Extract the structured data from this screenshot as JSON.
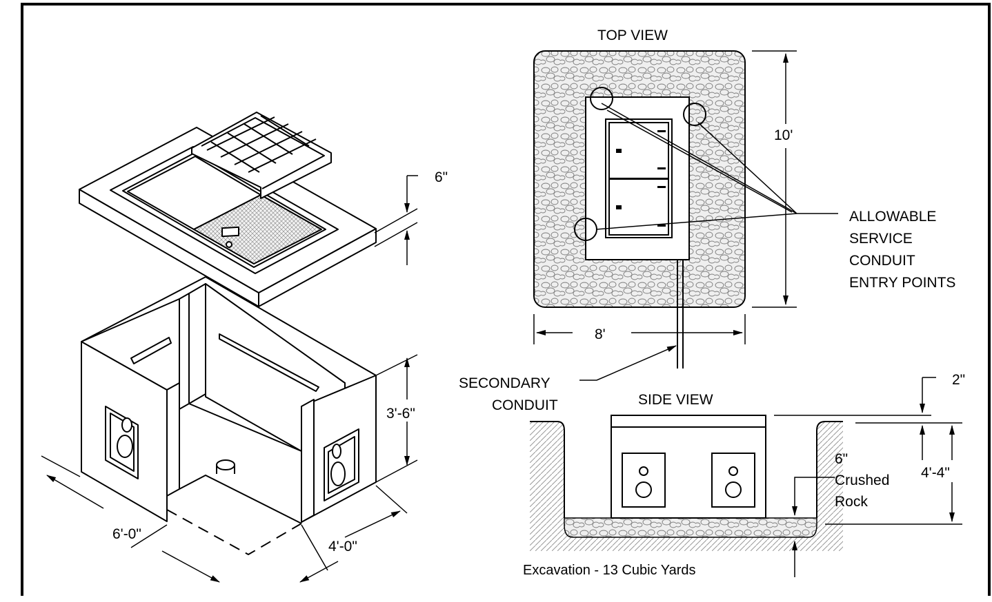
{
  "iso_view": {
    "lid_thickness": "6\"",
    "box_height": "3'-6\"",
    "box_length": "6'-0\"",
    "box_width": "4'-0\""
  },
  "top_view": {
    "title": "TOP VIEW",
    "height_dim": "10'",
    "width_dim": "8'",
    "note_lines": [
      "ALLOWABLE",
      "SERVICE",
      "CONDUIT",
      "ENTRY POINTS"
    ],
    "conduit_lines": [
      "SECONDARY",
      "CONDUIT"
    ]
  },
  "side_view": {
    "title": "SIDE VIEW",
    "lid_dim": "2\"",
    "depth_dim": "4'-4\"",
    "rock_lines": [
      "6\"",
      "Crushed",
      "Rock"
    ],
    "excavation_note": "Excavation - 13 Cubic Yards"
  },
  "colors": {
    "line": "#000000",
    "background": "#ffffff",
    "gravel_fill": "#e6e6e6",
    "hatch": "#999999"
  }
}
